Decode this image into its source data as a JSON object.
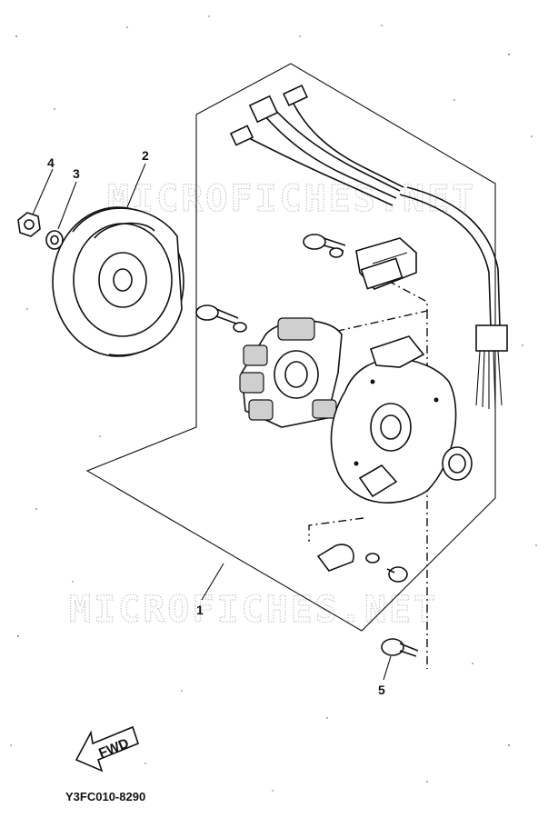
{
  "diagram": {
    "callouts": [
      {
        "id": "1",
        "label": "1"
      },
      {
        "id": "2",
        "label": "2"
      },
      {
        "id": "3",
        "label": "3"
      },
      {
        "id": "4",
        "label": "4"
      },
      {
        "id": "5",
        "label": "5"
      }
    ],
    "drawing_code": "Y3FC010-8290",
    "direction_arrow": "FWD",
    "watermark": "MICROFICHES.NET"
  }
}
